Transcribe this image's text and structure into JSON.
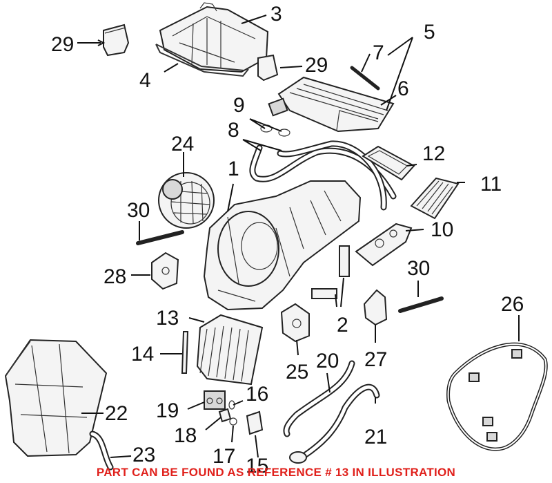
{
  "diagram": {
    "callouts": [
      "29",
      "3",
      "4",
      "29",
      "5",
      "7",
      "6",
      "9",
      "8",
      "24",
      "1",
      "12",
      "11",
      "30",
      "10",
      "28",
      "30",
      "26",
      "13",
      "2",
      "14",
      "27",
      "25",
      "20",
      "16",
      "22",
      "19",
      "18",
      "17",
      "15",
      "21",
      "23"
    ]
  },
  "footer": {
    "note": "PART CAN BE FOUND AS REFERENCE # 13 IN ILLUSTRATION",
    "color": "#e0201b"
  }
}
